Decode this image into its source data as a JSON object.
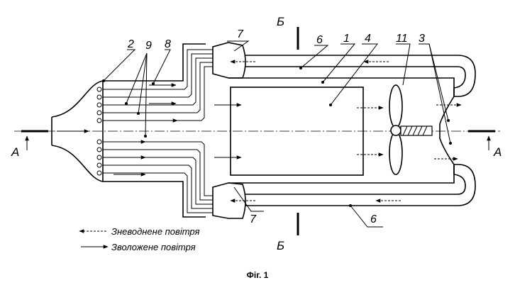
{
  "figure": {
    "caption": "Фіг. 1",
    "section_labels": {
      "a_left": "А",
      "a_right": "А",
      "b_top": "Б",
      "b_bottom": "Б"
    },
    "part_numbers": {
      "p1": "1",
      "p2": "2",
      "p3": "3",
      "p4": "4",
      "p6_top": "6",
      "p6_bottom": "6",
      "p7_top": "7",
      "p7_bottom": "7",
      "p8": "8",
      "p9": "9",
      "p11": "11"
    },
    "legend": {
      "dehumidified_air": "Зневоднене повітря",
      "humidified_air": "Зволожене повітря"
    }
  }
}
